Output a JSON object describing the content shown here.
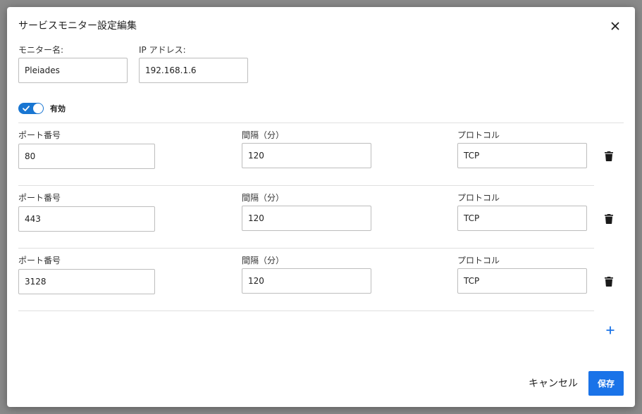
{
  "dialog": {
    "title": "サービスモニター設定編集",
    "close_icon": "close-icon"
  },
  "monitor_name": {
    "label": "モニター名:",
    "value": "Pleiades"
  },
  "ip_address": {
    "label": "IP アドレス:",
    "value": "192.168.1.6"
  },
  "enabled": {
    "label": "有効",
    "checked": true,
    "color": "#1976d2"
  },
  "ports": [
    {
      "port_label": "ポート番号",
      "port": "80",
      "interval_label": "間隔（分）",
      "interval": "120",
      "protocol_label": "プロトコル",
      "protocol": "TCP"
    },
    {
      "port_label": "ポート番号",
      "port": "443",
      "interval_label": "間隔（分）",
      "interval": "120",
      "protocol_label": "プロトコル",
      "protocol": "TCP"
    },
    {
      "port_label": "ポート番号",
      "port": "3128",
      "interval_label": "間隔（分）",
      "interval": "120",
      "protocol_label": "プロトコル",
      "protocol": "TCP"
    }
  ],
  "icons": {
    "delete": "trash-icon",
    "add": "plus-icon"
  },
  "actions": {
    "cancel_label": "キャンセル",
    "save_label": "保存",
    "save_color": "#1a73e8"
  }
}
